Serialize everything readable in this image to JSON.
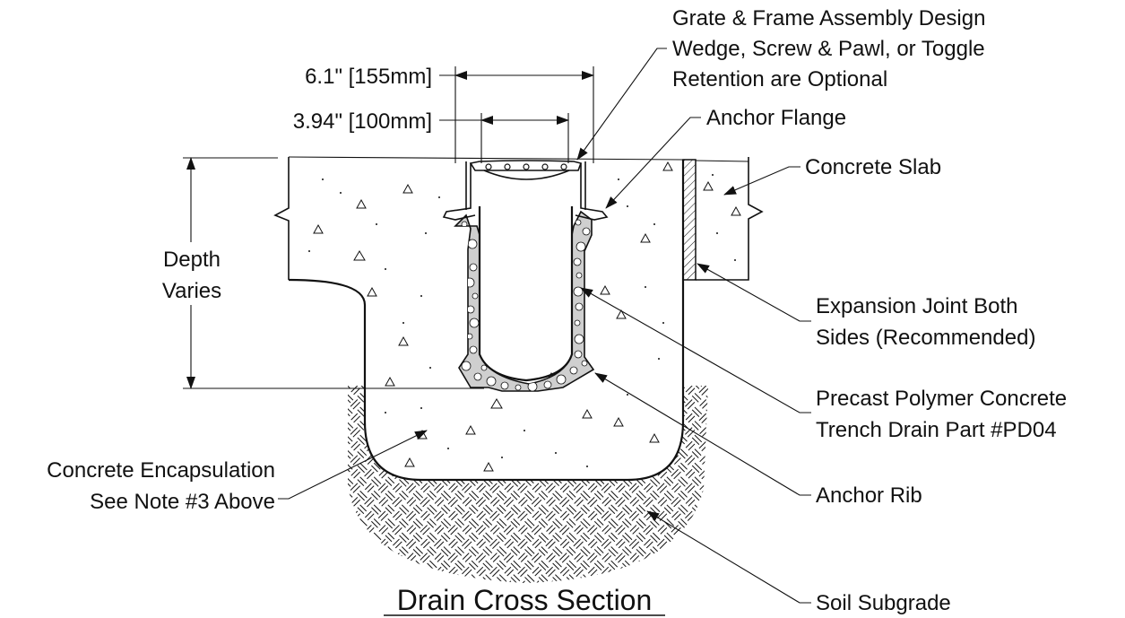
{
  "title": "Drain Cross Section",
  "dimensions": {
    "overall_width": "6.1\" [155mm]",
    "inner_width": "3.94\" [100mm]",
    "depth": [
      "Depth",
      "Varies"
    ]
  },
  "callouts": {
    "grate_frame": [
      "Grate & Frame Assembly Design",
      "Wedge, Screw & Pawl, or Toggle",
      "Retention are Optional"
    ],
    "anchor_flange": "Anchor Flange",
    "concrete_slab": "Concrete Slab",
    "expansion_joint": [
      "Expansion Joint Both",
      "Sides (Recommended)"
    ],
    "precast_drain": [
      "Precast Polymer Concrete",
      "Trench Drain Part #PD04"
    ],
    "anchor_rib": "Anchor Rib",
    "soil_subgrade": "Soil Subgrade",
    "encapsulation": [
      "Concrete Encapsulation",
      "See Note #3 Above"
    ]
  }
}
